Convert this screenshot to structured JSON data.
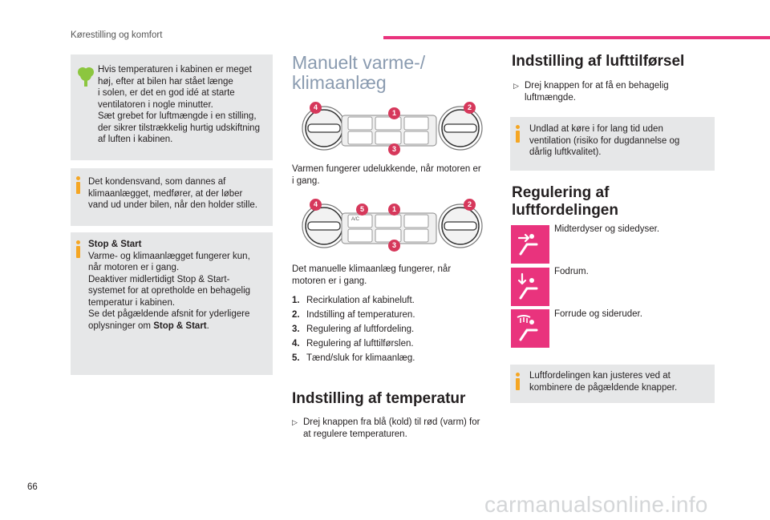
{
  "header": {
    "section": "Kørestilling og komfort"
  },
  "left": {
    "eco_note": "Hvis temperaturen i kabinen er meget høj, efter at bilen har stået længe i solen, er det en god idé at starte ventilatoren i nogle minutter. Sæt grebet for luftmængde i en stilling, der sikrer tilstrækkelig hurtig udskiftning af luften i kabinen.",
    "eco_lines": [
      "Hvis temperaturen i kabinen er meget",
      "høj, efter at bilen har stået længe",
      "i solen, er det en god idé at starte",
      "ventilatoren i nogle minutter.",
      "Sæt grebet for luftmængde i en stilling,",
      "der sikrer tilstrækkelig hurtig udskiftning",
      "af luften i kabinen."
    ],
    "condens_lines": [
      "Det kondensvand, som dannes af",
      "klimaanlægget, medfører, at der løber",
      "vand ud under bilen, når den holder stille."
    ],
    "stop_title": "Stop & Start",
    "stop_lines": [
      "Varme- og klimaanlægget fungerer kun,",
      "når motoren er i gang.",
      "Deaktiver midlertidigt Stop & Start-",
      "systemet for at opretholde en behagelig",
      "temperatur i kabinen.",
      "Se det pågældende afsnit for yderligere"
    ],
    "stop_last_prefix": "oplysninger om ",
    "stop_last_bold": "Stop & Start",
    "stop_last_suffix": "."
  },
  "middle": {
    "title_line1": "Manuelt varme-/",
    "title_line2": "klimaanlæg",
    "panel1_caption": [
      "Varmen fungerer udelukkende, når motoren er",
      "i gang."
    ],
    "panel2_caption": [
      "Det manuelle klimaanlæg fungerer, når",
      "motoren er i gang."
    ],
    "panel_ac_label": "A/C",
    "callouts1": [
      "4",
      "1",
      "2",
      "3"
    ],
    "callouts2": [
      "4",
      "5",
      "1",
      "2",
      "3"
    ],
    "list": [
      {
        "n": "1.",
        "t": "Recirkulation af kabineluft."
      },
      {
        "n": "2.",
        "t": "Indstilling af temperaturen."
      },
      {
        "n": "3.",
        "t": "Regulering af luftfordeling."
      },
      {
        "n": "4.",
        "t": "Regulering af lufttilførslen."
      },
      {
        "n": "5.",
        "t": "Tænd/sluk for klimaanlæg."
      }
    ],
    "temp_heading": "Indstilling af temperatur",
    "temp_lines": [
      "Drej knappen fra blå (kold) til rød (varm) for",
      "at regulere temperaturen."
    ]
  },
  "right": {
    "air_heading": "Indstilling af lufttilførsel",
    "air_lines": [
      "Drej knappen for at få en behagelig",
      "luftmængde."
    ],
    "air_note_lines": [
      "Undlad at køre i for lang tid uden",
      "ventilation (risiko for dugdannelse og",
      "dårlig luftkvalitet)."
    ],
    "dist_heading_line1": "Regulering af",
    "dist_heading_line2": "luftfordelingen",
    "dist_items": [
      {
        "icon": "face-vents-icon",
        "label": "Midterdyser og sidedyser."
      },
      {
        "icon": "footwell-icon",
        "label": "Fodrum."
      },
      {
        "icon": "windscreen-demist-icon",
        "label": "Forrude og sideruder."
      }
    ],
    "dist_note_lines": [
      "Luftfordelingen kan justeres ved at",
      "kombinere de pågældende knapper."
    ]
  },
  "footer": {
    "page_number": "66",
    "watermark": "carmanualsonline.info"
  },
  "colors": {
    "accent": "#e9337d",
    "callout": "#d6385b",
    "info": "#f5a623",
    "eco": "#8cc63f",
    "box": "#e6e7e8",
    "title_light": "#8a9bb0"
  }
}
